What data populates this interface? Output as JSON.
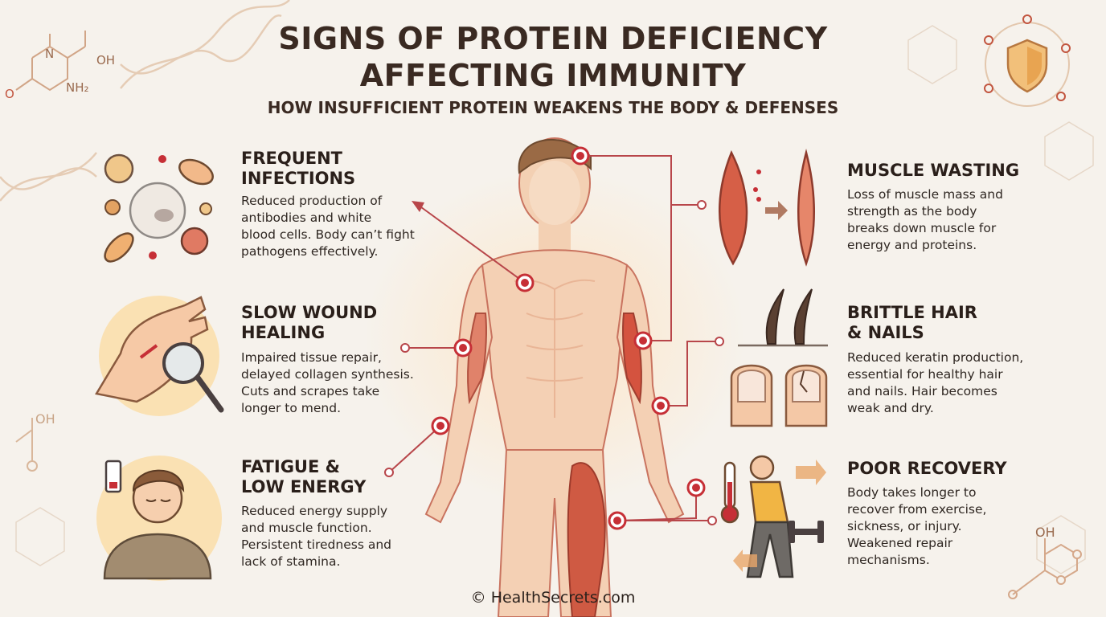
{
  "title": {
    "line1": "SIGNS OF PROTEIN DEFICIENCY",
    "line2": "AFFECTING IMMUNITY",
    "subtitle": "HOW INSUFFICIENT PROTEIN WEAKENS THE BODY & DEFENSES"
  },
  "decor": {
    "molecule_n": "N",
    "molecule_oh": "OH",
    "molecule_nh2": "NH₂",
    "molecule_o": "O",
    "oh_left": "OH",
    "oh_right": "OH"
  },
  "cards": {
    "infections": {
      "title": "FREQUENT\nINFECTIONS",
      "text": "Reduced production of\nantibodies and white\nblood cells. Body can’t fight\npathogens effectively.",
      "icon": "virus-icon"
    },
    "wound": {
      "title": "SLOW WOUND\nHEALING",
      "text": "Impaired tissue repair,\ndelayed collagen synthesis.\nCuts and scrapes take\nlonger to mend.",
      "icon": "wound-magnifier-icon"
    },
    "fatigue": {
      "title": "FATIGUE &\nLOW ENERGY",
      "text": "Reduced energy supply\nand muscle function.\nPersistent tiredness and\nlack of stamina.",
      "icon": "tired-person-icon"
    },
    "muscle": {
      "title": "MUSCLE WASTING",
      "text": "Loss of muscle mass and\nstrength as the body\nbreaks down muscle for\nenergy and proteins.",
      "icon": "muscle-icon"
    },
    "hair": {
      "title": "BRITTLE HAIR\n& NAILS",
      "text": "Reduced keratin production,\nessential for healthy hair\nand nails. Hair becomes\nweak and dry.",
      "icon": "hair-nails-icon"
    },
    "recovery": {
      "title": "POOR RECOVERY",
      "text": "Body takes longer to\nrecover from exercise,\nsickness, or injury.\nWeakened repair\nmechanisms.",
      "icon": "recovery-icon"
    }
  },
  "footer": "© HealthSecrets.com",
  "colors": {
    "accent_red": "#c62f36",
    "line_red": "#b8464a",
    "skin": "#f6d7bd",
    "muscle": "#d8604a",
    "background": "#f6f2ec",
    "title": "#3a2a22"
  }
}
